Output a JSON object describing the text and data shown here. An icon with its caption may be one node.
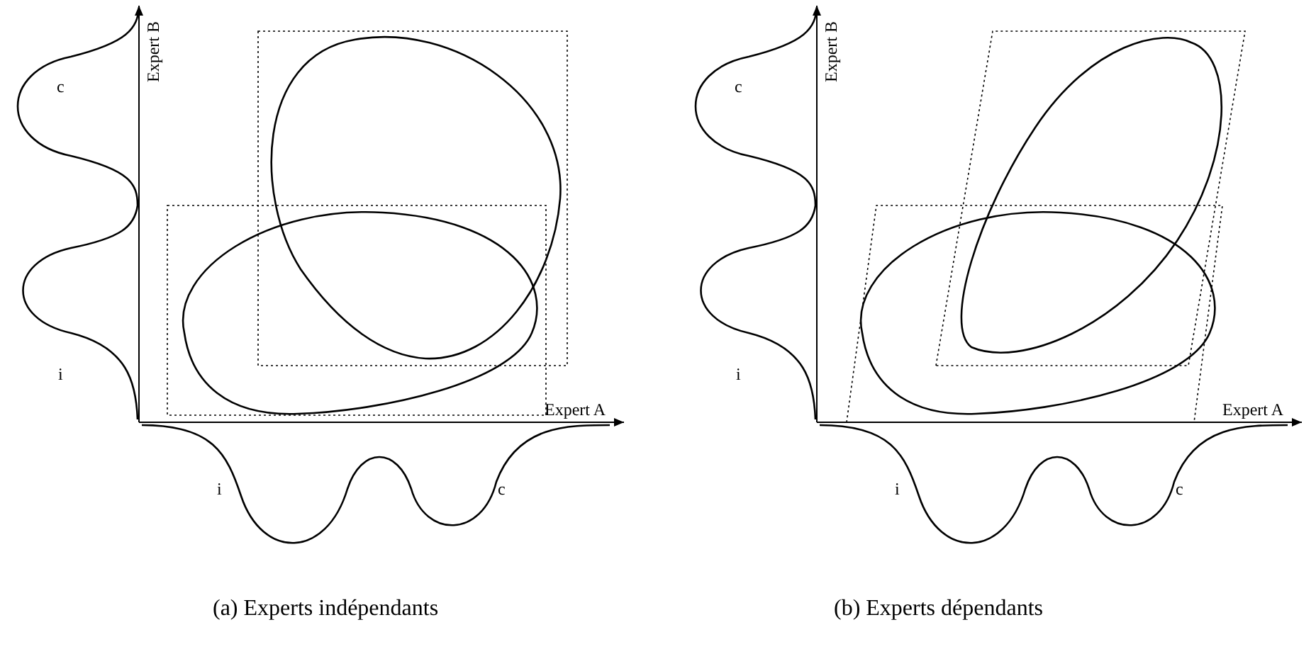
{
  "diagram": {
    "labels": [
      "c",
      "Expert B",
      "i",
      "Expert A",
      "i",
      "c",
      "(a) Experts indépendants",
      "c",
      "Expert B",
      "i",
      "Expert A",
      "i",
      "c",
      "(b) Experts dépendants"
    ]
  }
}
